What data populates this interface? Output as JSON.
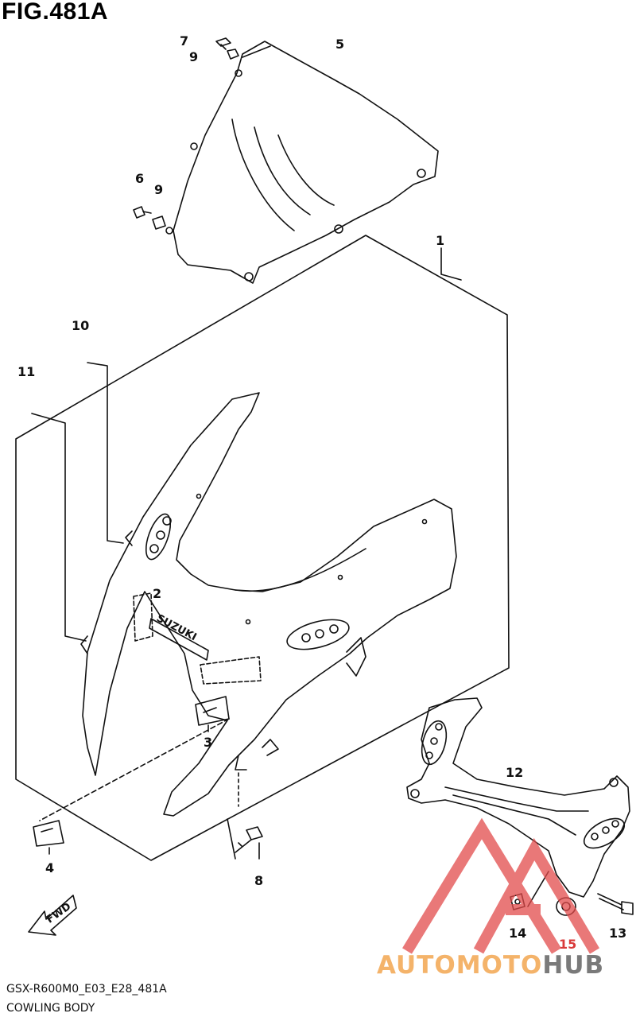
{
  "figure": {
    "title": "FIG.481A",
    "model_code": "GSX-R600M0_E03_E28_481A",
    "section_name": "COWLING BODY"
  },
  "callouts": {
    "p1": "1",
    "p2": "2",
    "p3": "3",
    "p4": "4",
    "p5": "5",
    "p6": "6",
    "p7": "7",
    "p8": "8",
    "p9_top": "9",
    "p9_mid": "9",
    "p10": "10",
    "p11": "11",
    "p12": "12",
    "p13": "13",
    "p14": "14",
    "p15": "15"
  },
  "labels": {
    "fwd_arrow": "FWD",
    "decal_text": "SUZUKI"
  },
  "watermark": {
    "part_a": "AUTOMOTO",
    "part_b": "HUB"
  },
  "colors": {
    "line": "#111111",
    "watermark_red": "#e24b4b",
    "watermark_orange": "#f4b36a",
    "watermark_gray": "#7a7a7a"
  }
}
